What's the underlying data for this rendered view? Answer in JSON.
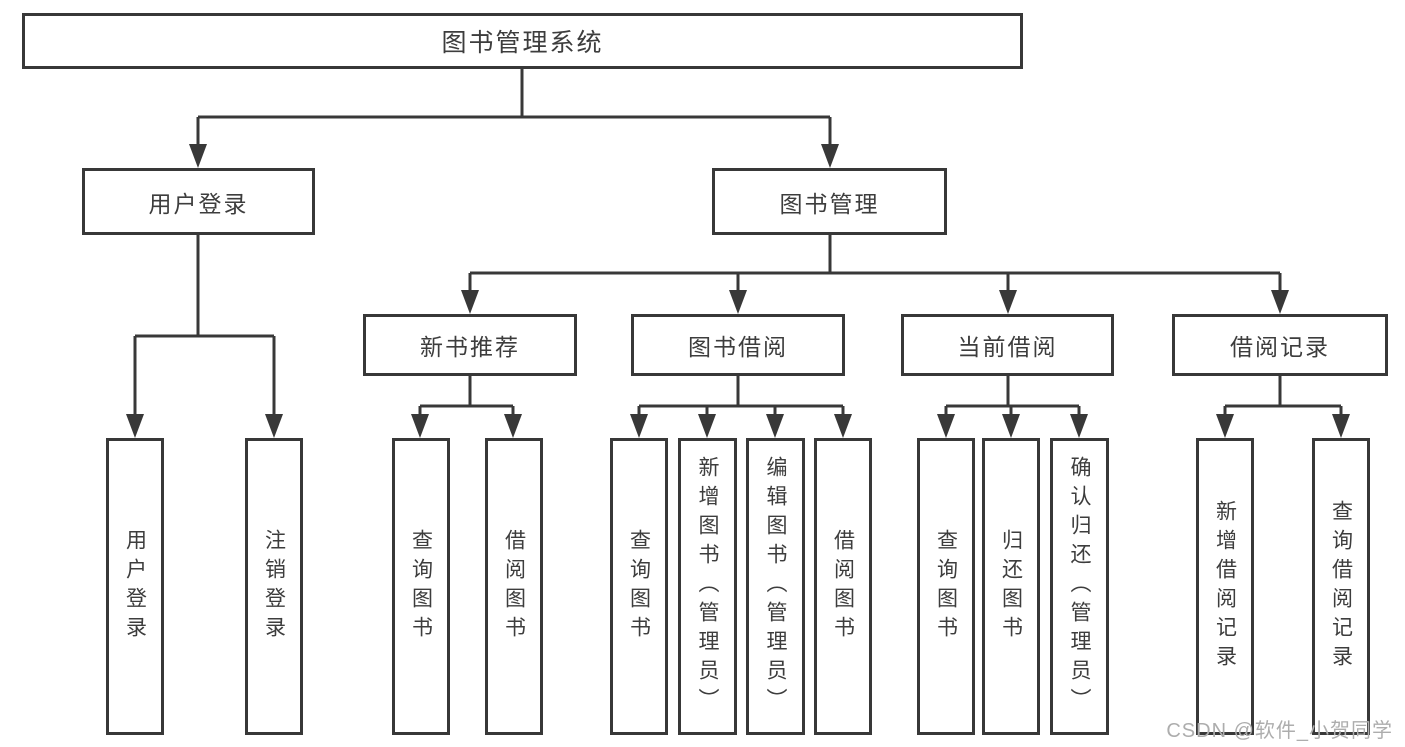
{
  "colors": {
    "line": "#383838",
    "box_border": "#383838",
    "text": "#3d3d3d",
    "background": "#ffffff",
    "watermark": "#adadad"
  },
  "watermark": {
    "text": "CSDN @软件_小贺同学"
  },
  "diagram": {
    "nodes": {
      "root": {
        "label": "图书管理系统"
      },
      "user_login_branch": {
        "label": "用户登录"
      },
      "book_mgmt_branch": {
        "label": "图书管理"
      },
      "new_book_rec": {
        "label": "新书推荐"
      },
      "book_borrow": {
        "label": "图书借阅"
      },
      "current_borrow": {
        "label": "当前借阅"
      },
      "borrow_records": {
        "label": "借阅记录"
      },
      "leaf_user_login": {
        "label": "用户登录"
      },
      "leaf_logout": {
        "label": "注销登录"
      },
      "leaf_nbr_query": {
        "label": "查询图书"
      },
      "leaf_nbr_borrow": {
        "label": "借阅图书"
      },
      "leaf_bb_query": {
        "label": "查询图书"
      },
      "leaf_bb_add": {
        "label": "新增图书（管理员）"
      },
      "leaf_bb_edit": {
        "label": "编辑图书（管理员）"
      },
      "leaf_bb_borrow": {
        "label": "借阅图书"
      },
      "leaf_cb_query": {
        "label": "查询图书"
      },
      "leaf_cb_return": {
        "label": "归还图书"
      },
      "leaf_cb_confirm": {
        "label": "确认归还（管理员）"
      },
      "leaf_br_add": {
        "label": "新增借阅记录"
      },
      "leaf_br_query": {
        "label": "查询借阅记录"
      }
    },
    "hierarchy": {
      "图书管理系统": {
        "用户登录": [
          "用户登录",
          "注销登录"
        ],
        "图书管理": {
          "新书推荐": [
            "查询图书",
            "借阅图书"
          ],
          "图书借阅": [
            "查询图书",
            "新增图书（管理员）",
            "编辑图书（管理员）",
            "借阅图书"
          ],
          "当前借阅": [
            "查询图书",
            "归还图书",
            "确认归还（管理员）"
          ],
          "借阅记录": [
            "新增借阅记录",
            "查询借阅记录"
          ]
        }
      }
    }
  }
}
